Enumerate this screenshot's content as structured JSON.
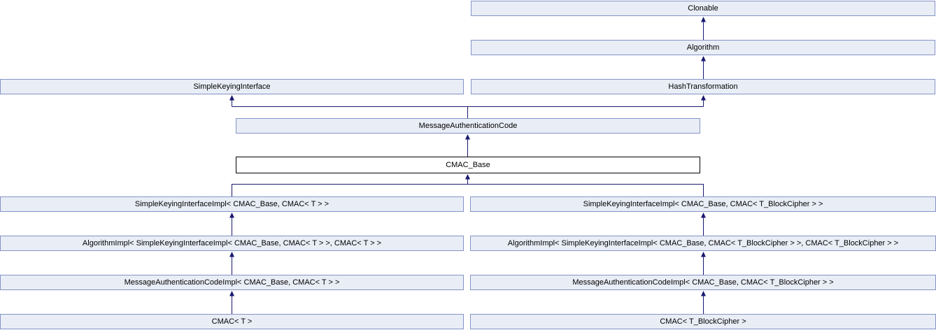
{
  "diagram": {
    "type": "class-inheritance-graph",
    "colors": {
      "background": "#ffffff",
      "node_fill": "#e9edf6",
      "node_border": "#8494c6",
      "current_node_fill": "#ffffff",
      "current_node_border": "#000000",
      "arrow": "#191970",
      "text": "#000000"
    },
    "nodes": [
      {
        "id": "clonable",
        "label": "Clonable",
        "current": false
      },
      {
        "id": "algorithm",
        "label": "Algorithm",
        "current": false
      },
      {
        "id": "simple-keying-interface",
        "label": "SimpleKeyingInterface",
        "current": false
      },
      {
        "id": "hash-transformation",
        "label": "HashTransformation",
        "current": false
      },
      {
        "id": "message-authentication-code",
        "label": "MessageAuthenticationCode",
        "current": false
      },
      {
        "id": "cmac-base",
        "label": "CMAC_Base",
        "current": true
      },
      {
        "id": "simple-keying-interface-impl-t",
        "label": "SimpleKeyingInterfaceImpl< CMAC_Base, CMAC< T > >",
        "current": false
      },
      {
        "id": "simple-keying-interface-impl-blockcipher",
        "label": "SimpleKeyingInterfaceImpl< CMAC_Base, CMAC< T_BlockCipher > >",
        "current": false
      },
      {
        "id": "algorithm-impl-t",
        "label": "AlgorithmImpl< SimpleKeyingInterfaceImpl< CMAC_Base, CMAC< T > >, CMAC< T > >",
        "current": false
      },
      {
        "id": "algorithm-impl-blockcipher",
        "label": "AlgorithmImpl< SimpleKeyingInterfaceImpl< CMAC_Base, CMAC< T_BlockCipher > >, CMAC< T_BlockCipher > >",
        "current": false
      },
      {
        "id": "message-authentication-code-impl-t",
        "label": "MessageAuthenticationCodeImpl< CMAC_Base, CMAC< T > >",
        "current": false
      },
      {
        "id": "message-authentication-code-impl-blockcipher",
        "label": "MessageAuthenticationCodeImpl< CMAC_Base, CMAC< T_BlockCipher > >",
        "current": false
      },
      {
        "id": "cmac-t",
        "label": "CMAC< T >",
        "current": false
      },
      {
        "id": "cmac-blockcipher",
        "label": "CMAC< T_BlockCipher >",
        "current": false
      }
    ],
    "edges": [
      {
        "from": "Algorithm",
        "to": "Clonable"
      },
      {
        "from": "HashTransformation",
        "to": "Algorithm"
      },
      {
        "from": "MessageAuthenticationCode",
        "to": "SimpleKeyingInterface"
      },
      {
        "from": "MessageAuthenticationCode",
        "to": "HashTransformation"
      },
      {
        "from": "CMAC_Base",
        "to": "MessageAuthenticationCode"
      },
      {
        "from": "SimpleKeyingInterfaceImpl< CMAC_Base, CMAC< T > >",
        "to": "CMAC_Base"
      },
      {
        "from": "SimpleKeyingInterfaceImpl< CMAC_Base, CMAC< T_BlockCipher > >",
        "to": "CMAC_Base"
      },
      {
        "from": "AlgorithmImpl< SimpleKeyingInterfaceImpl< CMAC_Base, CMAC< T > >, CMAC< T > >",
        "to": "SimpleKeyingInterfaceImpl< CMAC_Base, CMAC< T > >"
      },
      {
        "from": "AlgorithmImpl< SimpleKeyingInterfaceImpl< CMAC_Base, CMAC< T_BlockCipher > >, CMAC< T_BlockCipher > >",
        "to": "SimpleKeyingInterfaceImpl< CMAC_Base, CMAC< T_BlockCipher > >"
      },
      {
        "from": "MessageAuthenticationCodeImpl< CMAC_Base, CMAC< T > >",
        "to": "AlgorithmImpl< SimpleKeyingInterfaceImpl< CMAC_Base, CMAC< T > >, CMAC< T > >"
      },
      {
        "from": "MessageAuthenticationCodeImpl< CMAC_Base, CMAC< T_BlockCipher > >",
        "to": "AlgorithmImpl< SimpleKeyingInterfaceImpl< CMAC_Base, CMAC< T_BlockCipher > >, CMAC< T_BlockCipher > >"
      },
      {
        "from": "CMAC< T >",
        "to": "MessageAuthenticationCodeImpl< CMAC_Base, CMAC< T > >"
      },
      {
        "from": "CMAC< T_BlockCipher >",
        "to": "MessageAuthenticationCodeImpl< CMAC_Base, CMAC< T_BlockCipher > >"
      }
    ]
  }
}
